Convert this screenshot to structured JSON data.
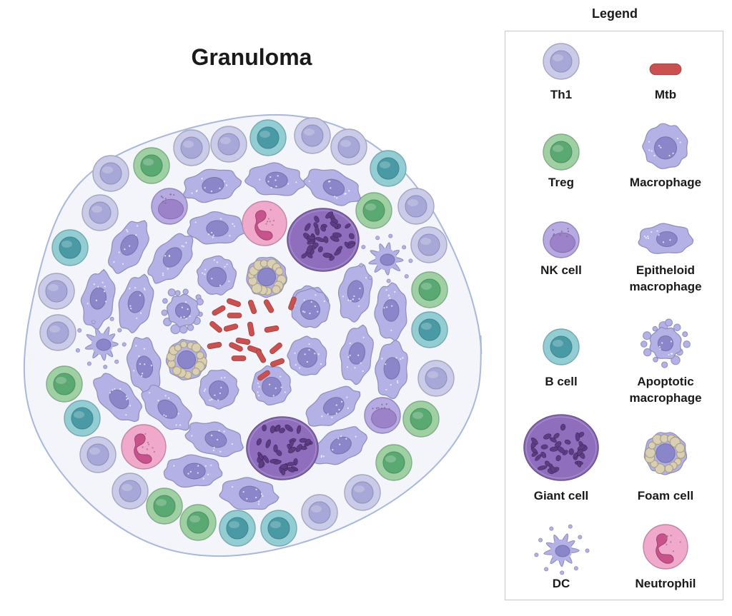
{
  "title": "Granuloma",
  "legend": {
    "title": "Legend",
    "items": [
      {
        "key": "th1",
        "label": "Th1"
      },
      {
        "key": "mtb",
        "label": "Mtb"
      },
      {
        "key": "treg",
        "label": "Treg"
      },
      {
        "key": "macrophage",
        "label": "Macrophage"
      },
      {
        "key": "nk",
        "label": "NK cell"
      },
      {
        "key": "epitheloid",
        "label": "Epitheloid\nmacrophage"
      },
      {
        "key": "bcell",
        "label": "B cell"
      },
      {
        "key": "apoptotic",
        "label": "Apoptotic\nmacrophage"
      },
      {
        "key": "giant",
        "label": "Giant cell"
      },
      {
        "key": "foam",
        "label": "Foam cell"
      },
      {
        "key": "dc",
        "label": "DC"
      },
      {
        "key": "neutrophil",
        "label": "Neutrophil"
      }
    ]
  },
  "colors": {
    "th1": "#c9cbe9",
    "th1_nucleus": "#a7a7d8",
    "treg": "#9fd0a4",
    "treg_nucleus": "#5aa872",
    "bcell": "#92cdd3",
    "bcell_nucleus": "#4a9aa6",
    "macrophage": "#b3b1e6",
    "macrophage_nucleus": "#8a86c9",
    "nk": "#b7a9e2",
    "nk_nucleus": "#9c82c8",
    "giant": "#8f6fbd",
    "giant_nuclei": "#5d3c85",
    "neutrophil": "#f0a8cb",
    "neutrophil_nucleus": "#c8538c",
    "mtb": "#c9514f",
    "foam_lipid": "#d9cfb3",
    "granuloma_fill": "#f3f5fb",
    "granuloma_border": "#a9b7db"
  }
}
